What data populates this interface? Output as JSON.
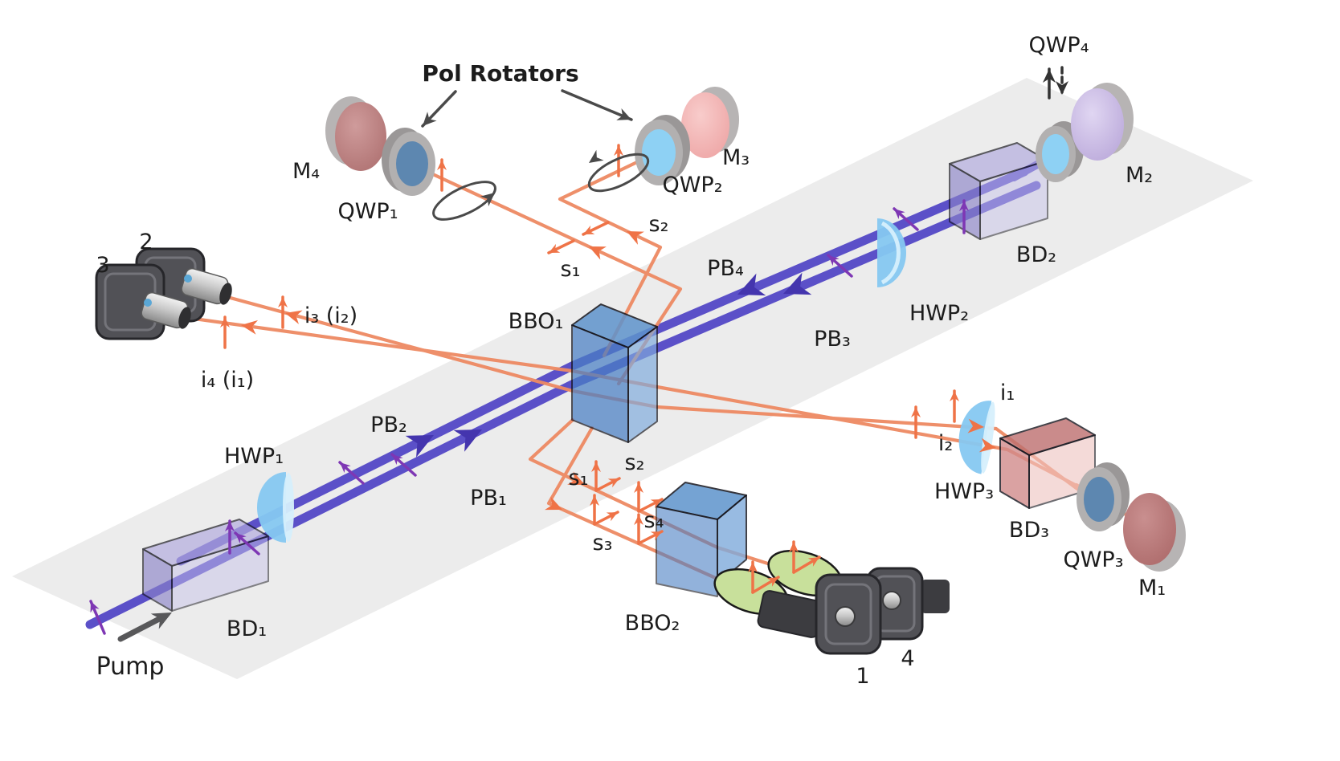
{
  "labels": {
    "pump": "Pump",
    "bd1": "BD₁",
    "hwp1": "HWP₁",
    "pb1": "PB₁",
    "pb2": "PB₂",
    "pb3": "PB₃",
    "pb4": "PB₄",
    "bbo1": "BBO₁",
    "bbo2": "BBO₂",
    "bd2": "BD₂",
    "bd3": "BD₃",
    "hwp2": "HWP₂",
    "hwp3": "HWP₃",
    "qwp1": "QWP₁",
    "qwp2": "QWP₂",
    "qwp3": "QWP₃",
    "qwp4": "QWP₄",
    "m1": "M₁",
    "m2": "M₂",
    "m3": "M₃",
    "m4": "M₄",
    "pol_rotators": "Pol Rotators",
    "s1_upper": "s₁",
    "s2_upper": "s₂",
    "s1_lower": "s₁",
    "s2_lower": "s₂",
    "s3_lower": "s₃",
    "s4_lower": "s₄",
    "i1": "i₁",
    "i2": "i₂",
    "i3_alias": "i₃ (i₂)",
    "i4_alias": "i₄ (i₁)",
    "det1": "1",
    "det2": "2",
    "det3": "3",
    "det4": "4"
  },
  "colors": {
    "platform": "#ececec",
    "pump_beam": "#5b50c8",
    "pump_arrowhead": "#4435ae",
    "polarization_arrow": "#7e37b4",
    "photon_beam": "#ee8a63",
    "photon_arrowhead": "#ef7347",
    "bbo_face_front": "#4a80c4",
    "bbo_face_top": "#5e93cc",
    "bbo_face_side": "#7fabdc",
    "bd_face_front": "#c7c2e8",
    "bd_face_top": "#b2abdd",
    "bd_face_left": "#8b83c9",
    "bd3_face_front": "#eec4c1",
    "bd3_face_top": "#bd6f6f",
    "bd3_face_left": "#d28b8b",
    "hwp_fill": "#86c8f1",
    "hwp_highlight": "#d6effc",
    "qwp_ring": "#b2b0b0",
    "qwp_dark_center": "#5d87b0",
    "qwp_light_center": "#8ed1f4",
    "lens_green": "#c8e09b",
    "detector_body": "#515156",
    "annotation": "#4a4a4a",
    "label": "#1c1c1c",
    "qwp4_label": "#e8833a",
    "pump_input_arrow": "#58585a"
  }
}
